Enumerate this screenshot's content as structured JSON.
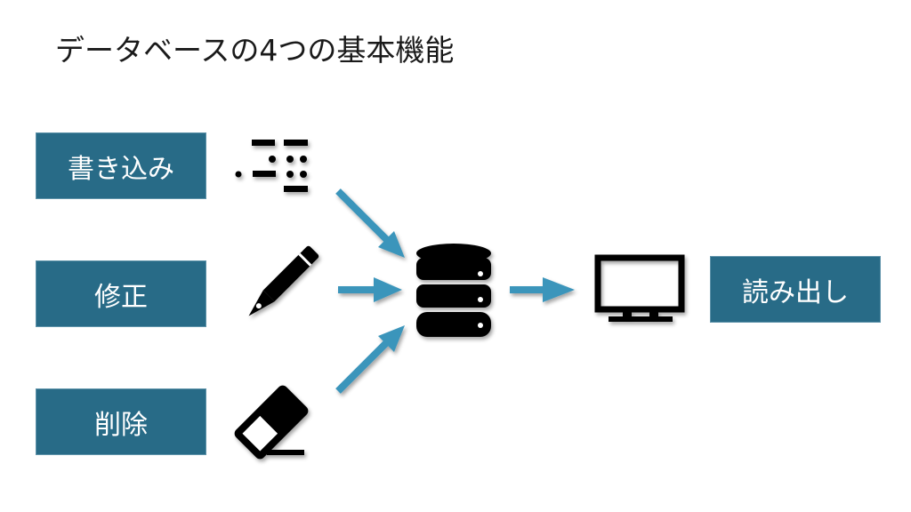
{
  "title": "データベースの4つの基本機能",
  "colors": {
    "box": "#286b87",
    "arrow": "#3b95bb",
    "icon": "#000000"
  },
  "inputs": [
    {
      "label": "書き込み",
      "icon": "morse-code-icon"
    },
    {
      "label": "修正",
      "icon": "pencil-icon"
    },
    {
      "label": "削除",
      "icon": "eraser-icon"
    }
  ],
  "center": {
    "icon": "database-icon"
  },
  "output": {
    "label": "読み出し",
    "icon": "monitor-icon"
  }
}
